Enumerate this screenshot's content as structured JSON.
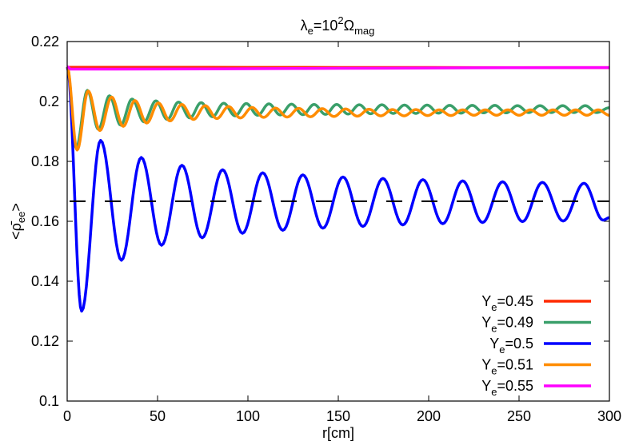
{
  "chart_data": {
    "type": "line",
    "title": {
      "main": "λ",
      "sub1": "e",
      "mid": "=10",
      "sup": "2",
      "mid2": "Ω",
      "sub2": "mag"
    },
    "xlabel": "r[cm]",
    "ylabel": {
      "open": "<",
      "rho": "ρ̄",
      "sub": "ee",
      "close": ">"
    },
    "xlim": [
      0,
      300
    ],
    "ylim": [
      0.1,
      0.22
    ],
    "xticks": [
      "0",
      "50",
      "100",
      "150",
      "200",
      "250",
      "300"
    ],
    "yticks": [
      "0.1",
      "0.12",
      "0.14",
      "0.16",
      "0.18",
      "0.2",
      "0.22"
    ],
    "grid": false,
    "legend_position": "bottom-right",
    "reference_line": {
      "y": 0.1667,
      "style": "dashed",
      "color": "#000000"
    },
    "series": [
      {
        "name": {
          "main": "Y",
          "sub": "e",
          "rest": "=0.45"
        },
        "color": "#ff2a00",
        "extrema": [
          [
            0,
            0.2114
          ],
          [
            300,
            0.2113
          ]
        ]
      },
      {
        "name": {
          "main": "Y",
          "sub": "e",
          "rest": "=0.49"
        },
        "color": "#3a9f6a",
        "extrema": [
          [
            0,
            0.2115
          ],
          [
            5,
            0.1845
          ],
          [
            11.2,
            0.2037
          ],
          [
            17.3,
            0.1907
          ],
          [
            23.4,
            0.2019
          ],
          [
            29.6,
            0.1921
          ],
          [
            35.9,
            0.2008
          ],
          [
            42.5,
            0.1932
          ],
          [
            49.1,
            0.2002
          ],
          [
            55.4,
            0.194
          ],
          [
            61.6,
            0.1998
          ],
          [
            67.9,
            0.1945
          ],
          [
            74.1,
            0.1996
          ],
          [
            80.4,
            0.1949
          ],
          [
            86.6,
            0.1994
          ],
          [
            92.9,
            0.1952
          ],
          [
            99.1,
            0.1993
          ],
          [
            105.4,
            0.1954
          ],
          [
            111.6,
            0.1992
          ],
          [
            117.9,
            0.1955
          ],
          [
            124.1,
            0.1991
          ],
          [
            130.4,
            0.1956
          ],
          [
            136.6,
            0.199
          ],
          [
            142.9,
            0.1957
          ],
          [
            149.1,
            0.199
          ],
          [
            155.4,
            0.1958
          ],
          [
            161.6,
            0.1989
          ],
          [
            167.9,
            0.1959
          ],
          [
            174.1,
            0.1989
          ],
          [
            180.4,
            0.196
          ],
          [
            186.6,
            0.1988
          ],
          [
            192.9,
            0.196
          ],
          [
            199.1,
            0.1988
          ],
          [
            205.4,
            0.1961
          ],
          [
            211.6,
            0.1987
          ],
          [
            217.9,
            0.1961
          ],
          [
            224.1,
            0.1987
          ],
          [
            230.4,
            0.1962
          ],
          [
            236.6,
            0.1987
          ],
          [
            242.9,
            0.1962
          ],
          [
            249.1,
            0.1986
          ],
          [
            255.4,
            0.1963
          ],
          [
            261.6,
            0.1986
          ],
          [
            267.9,
            0.1963
          ],
          [
            274.1,
            0.1986
          ],
          [
            280.4,
            0.1963
          ],
          [
            286.6,
            0.1986
          ],
          [
            292.9,
            0.1963
          ],
          [
            300,
            0.1979
          ]
        ]
      },
      {
        "name": {
          "main": "Y",
          "sub": "e",
          "rest": "=0.5"
        },
        "color": "#0000ff",
        "extrema": [
          [
            0,
            0.2115
          ],
          [
            8,
            0.13
          ],
          [
            18.5,
            0.187
          ],
          [
            30,
            0.147
          ],
          [
            41,
            0.1813
          ],
          [
            52.2,
            0.152
          ],
          [
            63.5,
            0.1787
          ],
          [
            74.7,
            0.1545
          ],
          [
            86,
            0.1772
          ],
          [
            97,
            0.156
          ],
          [
            108.2,
            0.1762
          ],
          [
            119.3,
            0.157
          ],
          [
            130.4,
            0.1755
          ],
          [
            141.5,
            0.1577
          ],
          [
            152.6,
            0.1748
          ],
          [
            163.6,
            0.1583
          ],
          [
            174.7,
            0.1743
          ],
          [
            185.7,
            0.1588
          ],
          [
            196.8,
            0.1739
          ],
          [
            207.8,
            0.1592
          ],
          [
            218.8,
            0.1735
          ],
          [
            229.8,
            0.1596
          ],
          [
            240.9,
            0.1732
          ],
          [
            251.9,
            0.1599
          ],
          [
            262.9,
            0.173
          ],
          [
            274.4,
            0.1601
          ],
          [
            285.9,
            0.1727
          ],
          [
            296.5,
            0.1604
          ],
          [
            300,
            0.1612
          ]
        ]
      },
      {
        "name": {
          "main": "Y",
          "sub": "e",
          "rest": "=0.51"
        },
        "color": "#ff8c00",
        "extrema": [
          [
            0,
            0.2115
          ],
          [
            5.5,
            0.1838
          ],
          [
            11.6,
            0.2035
          ],
          [
            18.1,
            0.1903
          ],
          [
            24.55,
            0.2015
          ],
          [
            31,
            0.1917
          ],
          [
            37.5,
            0.2003
          ],
          [
            44,
            0.1928
          ],
          [
            50.45,
            0.1995
          ],
          [
            56.9,
            0.1935
          ],
          [
            63.4,
            0.199
          ],
          [
            69.9,
            0.194
          ],
          [
            76.35,
            0.1986
          ],
          [
            82.8,
            0.1943
          ],
          [
            89.3,
            0.1983
          ],
          [
            95.8,
            0.1945
          ],
          [
            102.25,
            0.198
          ],
          [
            108.7,
            0.1947
          ],
          [
            115.2,
            0.1978
          ],
          [
            121.7,
            0.1948
          ],
          [
            128.15,
            0.1977
          ],
          [
            134.6,
            0.1949
          ],
          [
            141.1,
            0.1976
          ],
          [
            147.6,
            0.195
          ],
          [
            154.05,
            0.1975
          ],
          [
            160.5,
            0.1951
          ],
          [
            167,
            0.1974
          ],
          [
            173.5,
            0.1952
          ],
          [
            179.95,
            0.1973
          ],
          [
            186.4,
            0.1952
          ],
          [
            192.9,
            0.1973
          ],
          [
            199.4,
            0.1953
          ],
          [
            205.85,
            0.1972
          ],
          [
            212.3,
            0.1953
          ],
          [
            218.8,
            0.1972
          ],
          [
            225.05,
            0.1954
          ],
          [
            231.3,
            0.1972
          ],
          [
            237.55,
            0.1954
          ],
          [
            243.8,
            0.1972
          ],
          [
            250.05,
            0.1954
          ],
          [
            256.3,
            0.1972
          ],
          [
            262.55,
            0.1954
          ],
          [
            268.8,
            0.1972
          ],
          [
            275.05,
            0.1954
          ],
          [
            281.3,
            0.1972
          ],
          [
            287.55,
            0.1954
          ],
          [
            293.8,
            0.1972
          ],
          [
            300,
            0.1954
          ]
        ]
      },
      {
        "name": {
          "main": "Y",
          "sub": "e",
          "rest": "=0.55"
        },
        "color": "#ff00ff",
        "extrema": [
          [
            0,
            0.2116
          ],
          [
            2,
            0.2108
          ],
          [
            300,
            0.2113
          ]
        ]
      }
    ]
  }
}
